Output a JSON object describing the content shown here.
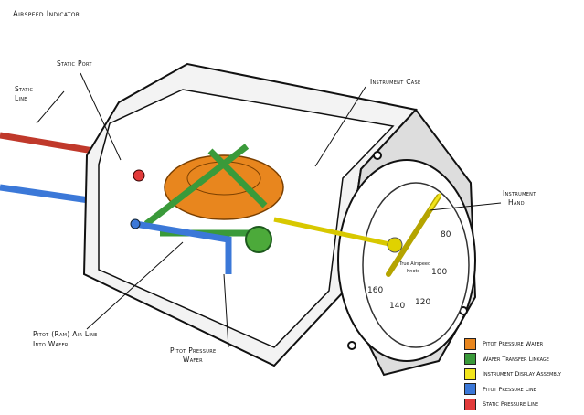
{
  "title": "Airspeed Indicator",
  "labels": {
    "static_port": "Static Port",
    "static_line_1": "Static",
    "static_line_2": "Line",
    "instrument_case": "Instrument Case",
    "instrument_hand_1": "Instrument",
    "instrument_hand_2": "Hand",
    "pitot_air_line_1": "Pitot (Ram) Air Line",
    "pitot_air_line_2": "Into Wafer",
    "pitot_wafer_1": "Pitot Pressure",
    "pitot_wafer_2": "Wafer"
  },
  "gauge": {
    "ticks": [
      "80",
      "100",
      "120",
      "140",
      "160"
    ],
    "caption_1": "True Airspeed",
    "caption_2": "Knots"
  },
  "legend": [
    {
      "label": "Pitot Pressure Wafer",
      "color": "#e8861e"
    },
    {
      "label": "Wafer Transfer Linkage",
      "color": "#3a9a3a"
    },
    {
      "label": "Instrument Display Assembly",
      "color": "#f2e51c"
    },
    {
      "label": "Pitot Pressure Line",
      "color": "#3b78d8"
    },
    {
      "label": "Static Pressure Line",
      "color": "#e23b3b"
    }
  ]
}
